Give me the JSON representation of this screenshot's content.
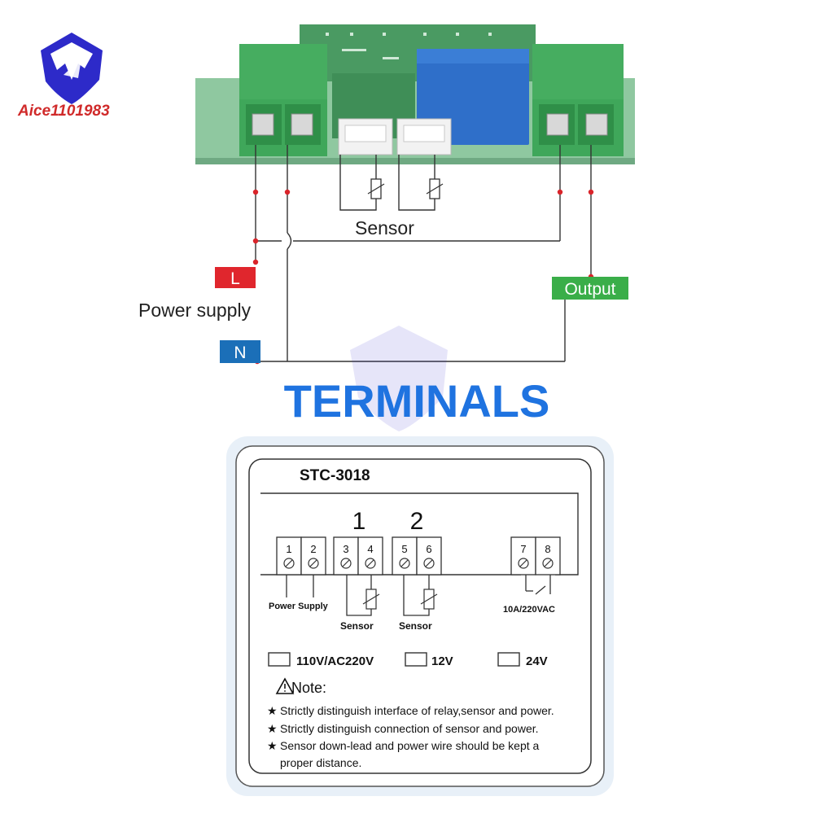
{
  "logo": {
    "text": "Aice1101983",
    "icon": "shield-arrow-logo"
  },
  "wiring": {
    "sensor_label": "Sensor",
    "live_tag": "L",
    "neutral_tag": "N",
    "power_label": "Power supply",
    "output_tag": "Output"
  },
  "heading": "TERMINALS",
  "panel": {
    "model": "STC-3018",
    "group1": "1",
    "group2": "2",
    "terminals": [
      "1",
      "2",
      "3",
      "4",
      "5",
      "6",
      "7",
      "8"
    ],
    "power_label_a": "Power",
    "power_label_b": "Supply",
    "sensor1_label": "Sensor",
    "sensor2_label": "Sensor",
    "relay_rating": "10A/220VAC",
    "voltage_options": [
      "110V/AC220V",
      "12V",
      "24V"
    ],
    "note_title": "Note:",
    "notes": [
      "Strictly distinguish interface of relay,sensor and power.",
      "Strictly distinguish connection of sensor and power.",
      "Sensor down-lead and power wire should be kept a",
      "proper distance."
    ]
  },
  "colors": {
    "board": "#8fc8a0",
    "terminal_block": "#3fa75a",
    "relay": "#2f6fc9",
    "live_red": "#e0262d",
    "neutral_blue": "#1b6fb8",
    "output_green": "#3aae49",
    "heading_blue": "#1f73e0",
    "wire": "#333333",
    "junction": "#d9242a"
  }
}
